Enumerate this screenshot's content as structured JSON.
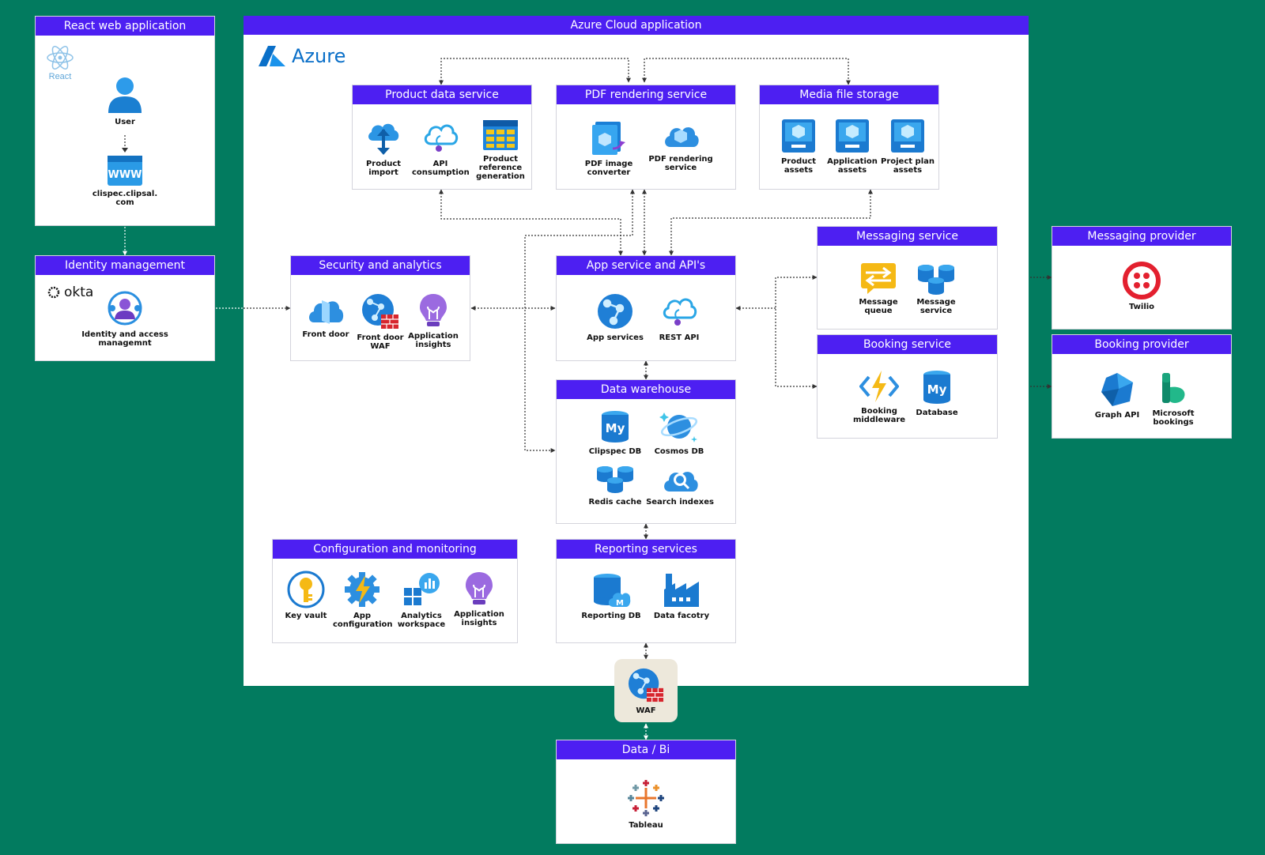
{
  "cloud": {
    "title": "Azure Cloud application",
    "logo_text": "Azure"
  },
  "react_app": {
    "title": "React web application",
    "logo_text": "React",
    "user_label": "User",
    "site_label": "clispec.clipsal.\ncom"
  },
  "identity": {
    "title": "Identity management",
    "logo_text": "okta",
    "item_label": "Identity and access\nmanagemnt"
  },
  "security": {
    "title": "Security and analytics",
    "items": [
      "Front door",
      "Front door\nWAF",
      "Application\ninsights"
    ]
  },
  "product_data": {
    "title": "Product data service",
    "items": [
      "Product\nimport",
      "API\nconsumption",
      "Product\nreference\ngeneration"
    ]
  },
  "pdf": {
    "title": "PDF rendering service",
    "items": [
      "PDF image\nconverter",
      "PDF rendering\nservice"
    ]
  },
  "media": {
    "title": "Media file storage",
    "items": [
      "Product\nassets",
      "Application\nassets",
      "Project plan\nassets"
    ]
  },
  "app_service": {
    "title": "App service and API's",
    "items": [
      "App services",
      "REST API"
    ]
  },
  "messaging": {
    "title": "Messaging service",
    "items": [
      "Message\nqueue",
      "Message\nservice"
    ]
  },
  "booking": {
    "title": "Booking service",
    "items": [
      "Booking\nmiddleware",
      "Database"
    ]
  },
  "messaging_provider": {
    "title": "Messaging provider",
    "items": [
      "Twilio"
    ]
  },
  "booking_provider": {
    "title": "Booking provider",
    "items": [
      "Graph API",
      "Microsoft\nbookings"
    ]
  },
  "data_warehouse": {
    "title": "Data warehouse",
    "items": [
      "Clipspec DB",
      "Cosmos DB",
      "Redis cache",
      "Search indexes"
    ]
  },
  "config": {
    "title": "Configuration and monitoring",
    "items": [
      "Key vault",
      "App\nconfiguration",
      "Analytics\nworkspace",
      "Application\ninsights"
    ]
  },
  "reporting": {
    "title": "Reporting services",
    "items": [
      "Reporting DB",
      "Data facotry"
    ]
  },
  "waf": {
    "label": "WAF"
  },
  "data_bi": {
    "title": "Data / Bi",
    "items": [
      "Tableau"
    ]
  },
  "colors": {
    "background": "#027b5f",
    "header": "#4d1ff2",
    "azure_blue": "#0a78d4"
  }
}
